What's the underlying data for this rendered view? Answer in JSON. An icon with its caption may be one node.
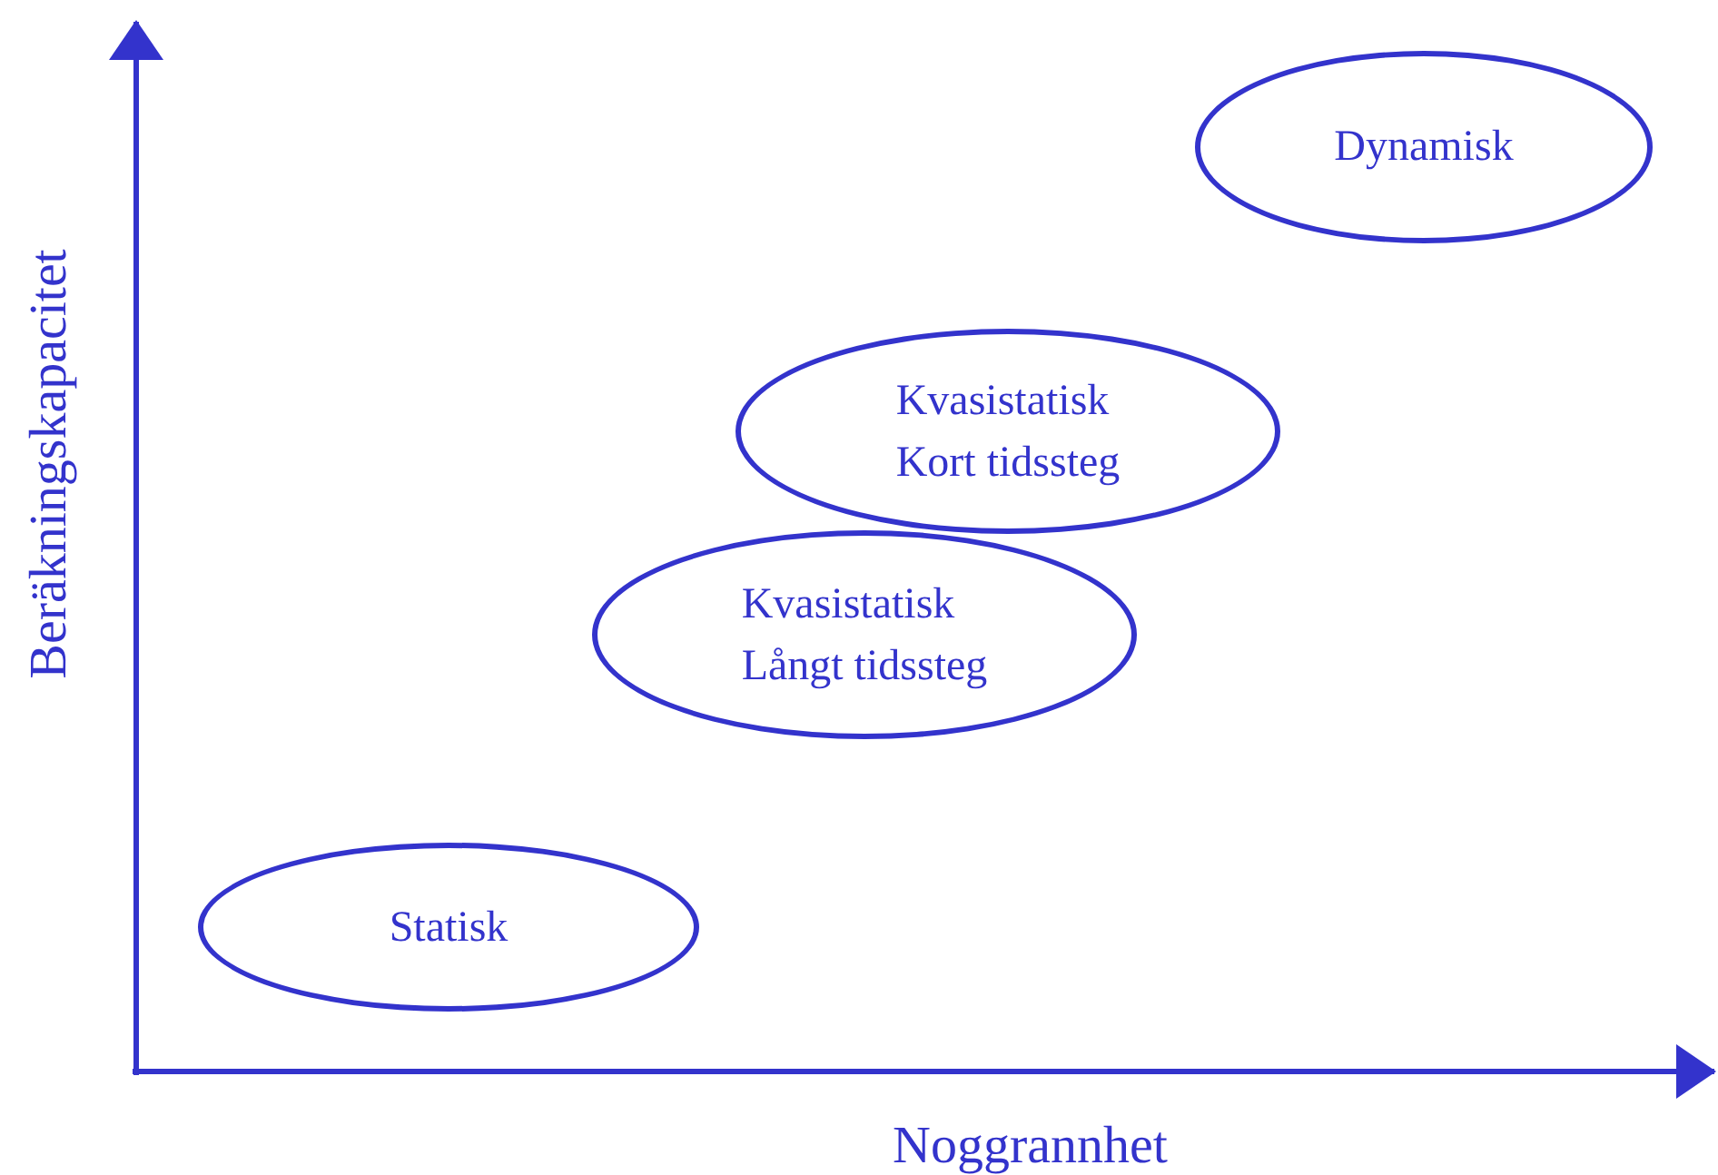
{
  "diagram": {
    "nodes": [
      {
        "text": [
          "Dynamisk"
        ]
      },
      {
        "text": [
          "Kvasistatisk",
          "Kort tidssteg"
        ]
      },
      {
        "text": [
          "Kvasistatisk",
          "Långt tidssteg"
        ]
      },
      {
        "text": [
          "Statisk"
        ]
      }
    ],
    "labels": [
      "Beräkningskapacitet",
      "Noggrannhet"
    ]
  }
}
